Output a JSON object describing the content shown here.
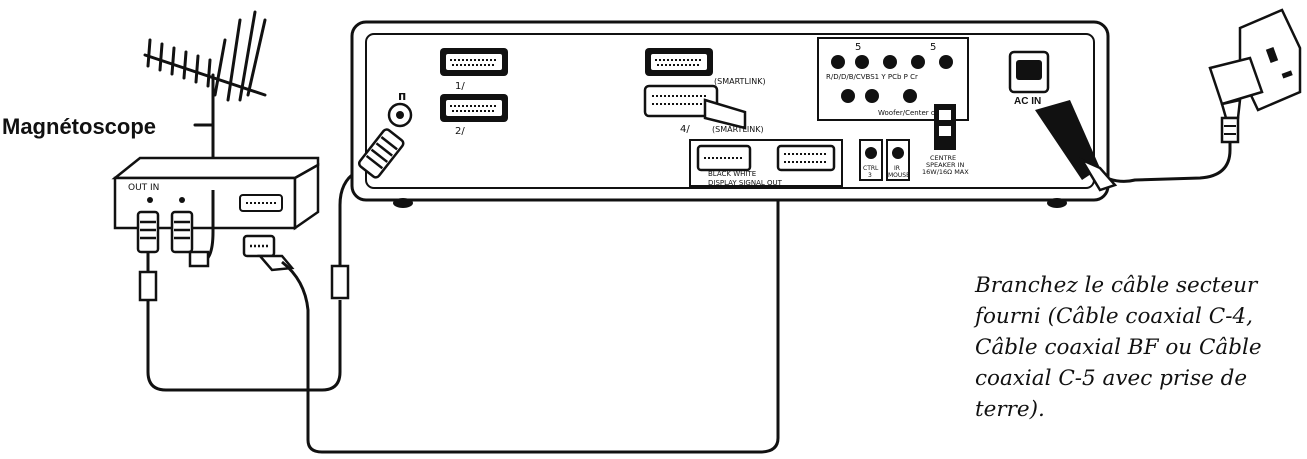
{
  "vcr_label": "Magnétoscope",
  "vcr_port_label": "OUT IN",
  "tv": {
    "antenna_symbol": "ᴨ",
    "scart_1": "1/",
    "scart_2": "2/",
    "scart_3_note": "(SMARTLINK)",
    "scart_4": "4/",
    "scart_4_note": "(SMARTLINK)",
    "component_top_left": "5",
    "component_top_right": "5",
    "component_labels": "R/D/D/B/CVBS1    Y    PCb  P Cr",
    "woofer_label": "Woofer/Center out",
    "ac_in": "AC IN",
    "black_white": "BLACK WHITE",
    "display_signal_out": "DISPLAY SIGNAL OUT",
    "ctrl_label": "CTRL",
    "ctrl_num": "3",
    "ir_label": "IR",
    "ir_mouse": "MOUSE",
    "speaker_1": "CENTRE",
    "speaker_2": "SPEAKER IN",
    "speaker_3": "16W/16Ω MAX"
  },
  "caption_lines": [
    "Branchez le câble secteur",
    "fourni  (Câble coaxial C-4,",
    "Câble coaxial BF ou Câble",
    "coaxial C-5 avec prise de",
    "terre)."
  ]
}
